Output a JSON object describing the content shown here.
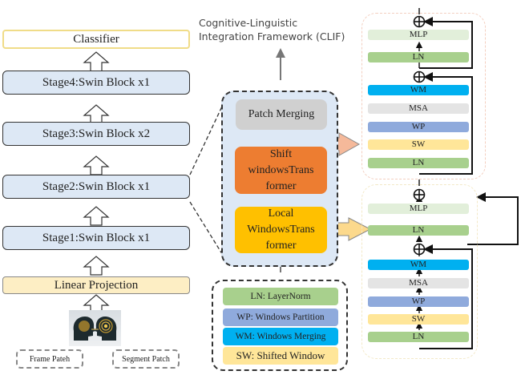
{
  "title": {
    "line1": "Cognitive-Linguistic",
    "line2": "Integration Framework (CLIF)"
  },
  "left_pipeline": {
    "classifier": "Classifier",
    "stages": [
      "Stage4:Swin Block x1",
      "Stage3:Swin Block x2",
      "Stage2:Swin Block x1",
      "Stage1:Swin Block x1"
    ],
    "linear_projection": "Linear Projection",
    "input_image": "two-heads-image",
    "patches": [
      "Frame Pateh",
      "Segment Patch"
    ]
  },
  "swin_stage_detail": {
    "patch_merging": "Patch Merging",
    "shift_transformer": [
      "Shift",
      "windowsTrans",
      "former"
    ],
    "local_transformer": [
      "Local",
      "WindowsTrans",
      "former"
    ]
  },
  "legend": [
    {
      "label": "LN: LayerNorm",
      "color": "#a8d08d"
    },
    {
      "label": "WP: Windows Partition",
      "color": "#8faadc"
    },
    {
      "label": "WM: Windows Merging",
      "color": "#00b0f0"
    },
    {
      "label": "SW: Shifted Window",
      "color": "#ffe699"
    }
  ],
  "shift_block": {
    "layers_top_to_bottom": [
      "MLP",
      "LN",
      "WM",
      "MSA",
      "WP",
      "SW",
      "LN"
    ]
  },
  "local_block": {
    "layers_top_to_bottom": [
      "MLP",
      "LN",
      "WM",
      "MSA",
      "WP",
      "SW",
      "LN"
    ]
  },
  "colors": {
    "stage_fill": "#dde8f5",
    "linear_projection_fill": "#fdeec4",
    "classifier_border": "#f0dc88",
    "patch_merging": "#d0d0d0",
    "shift_transformer": "#ed7d31",
    "local_transformer": "#ffc000",
    "mlp": "#e2efda",
    "ln": "#a8d08d",
    "wm": "#00b0f0",
    "msa": "#e4e4e4",
    "wp": "#8faadc",
    "sw": "#ffe699"
  }
}
